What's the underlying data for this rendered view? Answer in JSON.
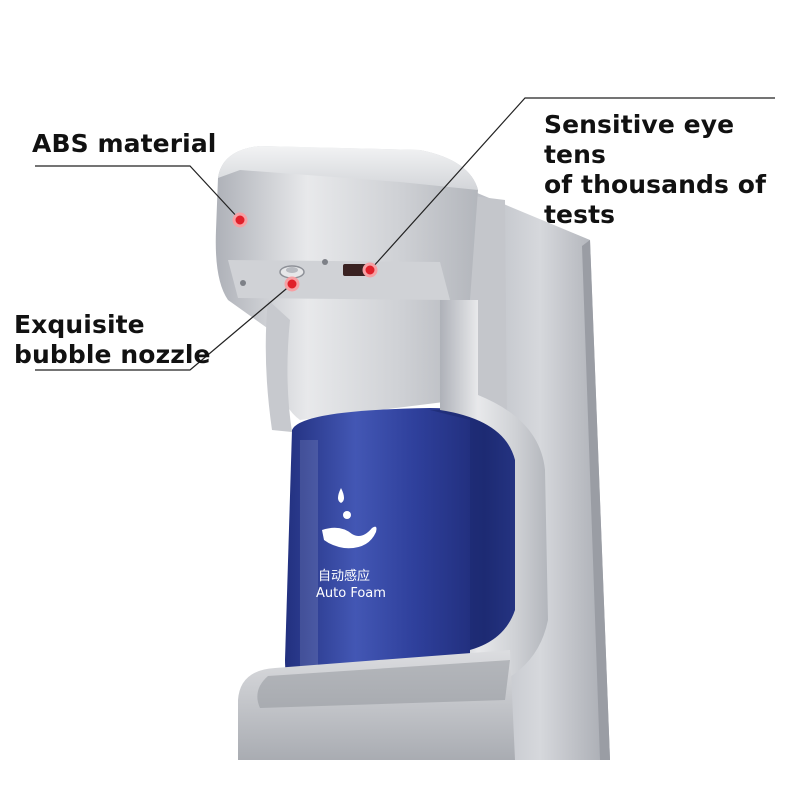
{
  "callouts": {
    "abs_material": "ABS material",
    "bubble_nozzle": "Exquisite\nbubble nozzle",
    "sensor": "Sensitive eye tens\nof thousands of\ntests"
  },
  "product_print": {
    "chinese": "自动感应",
    "english": "Auto Foam",
    "icon": "hand-with-drop-icon"
  },
  "colors": {
    "body_silver": "#c9cbd0",
    "tank_blue": "#2f3f9a",
    "marker_red": "#e0202a",
    "text": "#111111",
    "leader_line": "#222222"
  }
}
